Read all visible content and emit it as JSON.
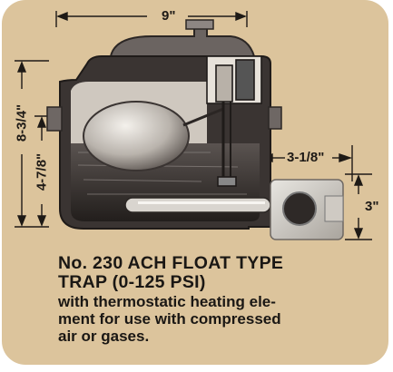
{
  "dimensions": {
    "overall_width": "9\"",
    "overall_height": "8-3/4\"",
    "inlet_height": "4-7/8\"",
    "side_offset": "3-1/8\"",
    "heater_box": "3\""
  },
  "caption": {
    "title_line1": "No. 230 ACH FLOAT TYPE",
    "title_line2": "TRAP (0-125 PSI)",
    "desc_line1": "with thermostatic heating ele-",
    "desc_line2": "ment for use with compressed",
    "desc_line3": "air or gases."
  },
  "colors": {
    "background": "#dcc49c",
    "ink": "#1a1714",
    "body_dark": "#2b2624"
  }
}
